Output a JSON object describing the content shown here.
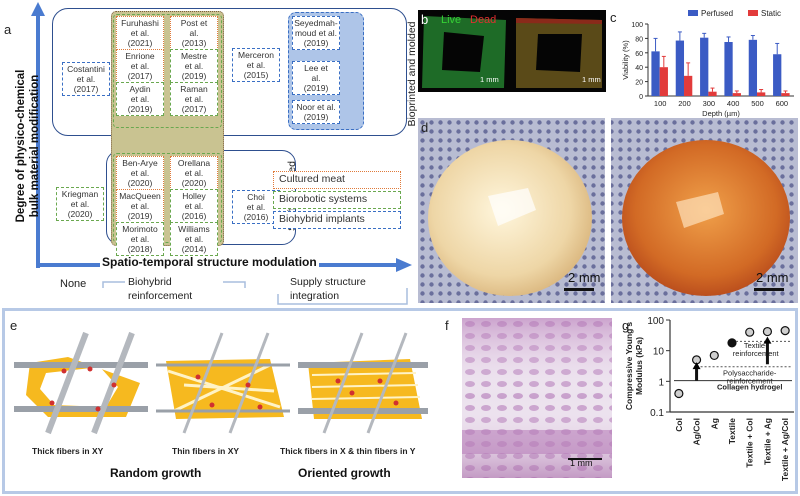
{
  "panels": {
    "a": "a",
    "b": "b",
    "c": "c",
    "d": "d",
    "e": "e",
    "f": "f",
    "g": "g"
  },
  "panel_a": {
    "y_axis_line1": "Degree of physico-chemical",
    "y_axis_line2": "bulk material modification",
    "x_axis": "Spatio-temporal structure modulation",
    "x_none": "None",
    "x_biohybrid": [
      "Biohybrid",
      "reinforcement"
    ],
    "x_supply": [
      "Supply structure",
      "integration"
    ],
    "label_bioprinted": "Bioprinted and molded",
    "label_scaffold": "Scaffold-based",
    "legend": [
      "Cultured meat",
      "Biorobotic systems",
      "Biohybrid implants"
    ],
    "refs": [
      {
        "lines": [
          "Costantini",
          "et al.",
          "(2017)"
        ],
        "style": "blue"
      },
      {
        "lines": [
          "Furuhashi",
          "et al.",
          "(2021)"
        ],
        "style": "orange"
      },
      {
        "lines": [
          "Post et",
          "al.",
          "(2013)"
        ],
        "style": "orange"
      },
      {
        "lines": [
          "Enrione",
          "et al.",
          "(2017)"
        ],
        "style": "orange"
      },
      {
        "lines": [
          "Mestre",
          "et al.",
          "(2019)"
        ],
        "style": "green"
      },
      {
        "lines": [
          "Aydin",
          "et al.",
          "(2019)"
        ],
        "style": "green"
      },
      {
        "lines": [
          "Raman",
          "et al.",
          "(2017)"
        ],
        "style": "green"
      },
      {
        "lines": [
          "Merceron",
          "et al.",
          "(2015)"
        ],
        "style": "blue"
      },
      {
        "lines": [
          "Seyedmah-",
          "moud et al.",
          "(2019)"
        ],
        "style": "blue"
      },
      {
        "lines": [
          "Lee et",
          "al.",
          "(2019)"
        ],
        "style": "blue"
      },
      {
        "lines": [
          "Noor et al.",
          "(2019)"
        ],
        "style": "blue"
      },
      {
        "lines": [
          "Ben-Arye",
          "et al.",
          "(2020)"
        ],
        "style": "orange"
      },
      {
        "lines": [
          "Orellana",
          "et al.",
          "(2020)"
        ],
        "style": "orange"
      },
      {
        "lines": [
          "MacQueen",
          "et al.",
          "(2019)"
        ],
        "style": "orange"
      },
      {
        "lines": [
          "Holley",
          "et al.",
          "(2016)"
        ],
        "style": "green"
      },
      {
        "lines": [
          "Morimoto",
          "et al.",
          "(2018)"
        ],
        "style": "green"
      },
      {
        "lines": [
          "Williams",
          "et al.",
          "(2014)"
        ],
        "style": "green"
      },
      {
        "lines": [
          "Kriegman",
          "et al.",
          "(2020)"
        ],
        "style": "green"
      },
      {
        "lines": [
          "Choi",
          "et al.",
          "(2016)"
        ],
        "style": "blue"
      }
    ]
  },
  "panel_b": {
    "live": "Live",
    "dead": "Dead",
    "scale": "1 mm",
    "scale2": "1 mm"
  },
  "panel_d": {
    "scale": "2 mm",
    "scale2": "2 mm"
  },
  "panel_e": {
    "labels": [
      "Thick fibers in XY",
      "Thin fibers in XY",
      "Thick fibers in X & thin fibers in Y"
    ],
    "random": "Random growth",
    "oriented": "Oriented growth"
  },
  "panel_f": {
    "scale": "1 mm"
  },
  "chart_data": [
    {
      "type": "bar",
      "panel": "c",
      "categories": [
        "100",
        "200",
        "300",
        "400",
        "500",
        "600"
      ],
      "series": [
        {
          "name": "Perfused",
          "values": [
            62,
            77,
            81,
            75,
            78,
            58
          ],
          "errors": [
            18,
            12,
            6,
            7,
            6,
            15
          ],
          "color": "#3b5bc4"
        },
        {
          "name": "Static",
          "values": [
            40,
            28,
            6,
            4,
            5,
            4
          ],
          "errors": [
            15,
            18,
            5,
            3,
            4,
            3
          ],
          "color": "#e23b3b"
        }
      ],
      "xlabel": "Depth (µm)",
      "ylabel": "Viability (%)",
      "ylim": [
        0,
        100
      ],
      "yticks": [
        "0",
        "20",
        "40",
        "60",
        "80",
        "100"
      ],
      "legend": "top"
    },
    {
      "type": "scatter",
      "panel": "g",
      "categories": [
        "Col",
        "Ag/Col",
        "Ag",
        "Textile",
        "Textile + Col",
        "Textile + Ag",
        "Textile + Ag/Col"
      ],
      "values": [
        0.4,
        5,
        7,
        18,
        40,
        42,
        45
      ],
      "filled": [
        false,
        false,
        false,
        true,
        false,
        false,
        false
      ],
      "ylabel": [
        "Compressive Young's",
        "Modulus (kPa)"
      ],
      "yscale": "log",
      "ylim": [
        0.1,
        100
      ],
      "yticks": [
        "0.1",
        "1",
        "10",
        "100"
      ],
      "annotations": [
        "Collagen hydrogel",
        "Polysaccharide-",
        "reinforcement",
        "Textile-",
        "reinforcement"
      ]
    }
  ]
}
